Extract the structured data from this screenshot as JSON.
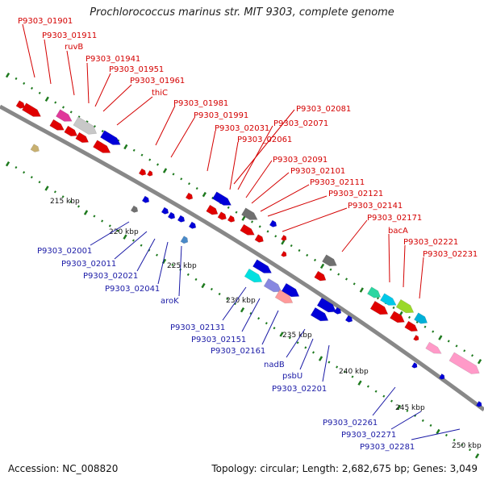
{
  "title": "Prochlorococcus marinus str. MIT 9303, complete genome",
  "accession": "Accession: NC_008820",
  "genome_info": "Topology: circular; Length: 2,682,675 bp; Genes: 3,049",
  "colors": {
    "forward_label": "#d40000",
    "reverse_label": "#1a1aa6",
    "backbone": "#888888",
    "tick": "#1e7a1e"
  },
  "kbp_labels": [
    "215 kbp",
    "220 kbp",
    "225 kbp",
    "230 kbp",
    "235 kbp",
    "240 kbp",
    "245 kbp",
    "250 kbp"
  ],
  "forward_labels": [
    "P9303_01901",
    "P9303_01911",
    "ruvB",
    "P9303_01941",
    "P9303_01951",
    "P9303_01961",
    "thiC",
    "P9303_01981",
    "P9303_01991",
    "P9303_02031",
    "P9303_02081",
    "P9303_02071",
    "P9303_02061",
    "P9303_02091",
    "P9303_02101",
    "P9303_02111",
    "P9303_02121",
    "P9303_02141",
    "P9303_02171",
    "bacA",
    "P9303_02221",
    "P9303_02231"
  ],
  "reverse_labels": [
    "P9303_02001",
    "P9303_02011",
    "P9303_02021",
    "P9303_02041",
    "aroK",
    "P9303_02131",
    "P9303_02151",
    "P9303_02161",
    "nadB",
    "psbU",
    "P9303_02201",
    "P9303_02261",
    "P9303_02271",
    "P9303_02281"
  ]
}
